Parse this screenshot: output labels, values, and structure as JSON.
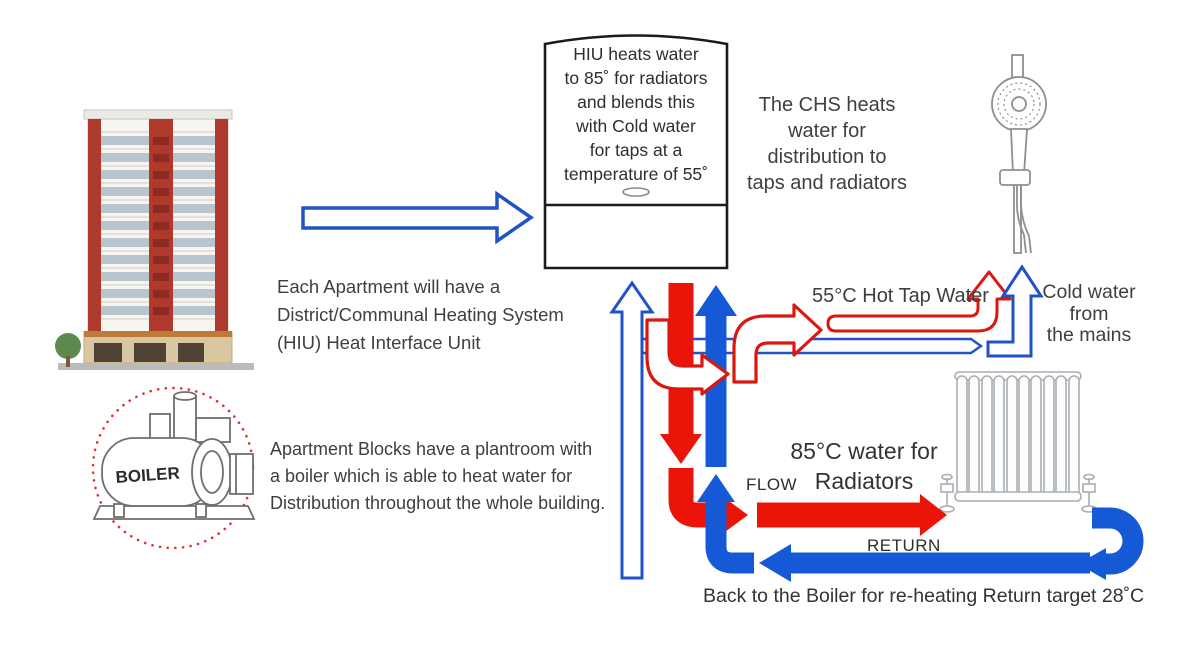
{
  "diagram": {
    "hiu_box_text": "HIU heats water\nto 85˚ for radiators\nand blends this\nwith Cold water\nfor taps at a\ntemperature of 55˚",
    "chs_note": "The CHS heats\nwater for\ndistribution to\ntaps and radiators",
    "apartment_note": "Each Apartment will have a\nDistrict/Communal Heating System\n(HIU) Heat Interface Unit",
    "plantroom_note": "Apartment Blocks have a plantroom with\na boiler which is able to heat water for\nDistribution throughout the whole building.",
    "hot_tap_label": "55°C Hot Tap Water",
    "cold_mains_label": "Cold water\nfrom\nthe mains",
    "radiator_temp_label": "85°C water for\nRadiators",
    "flow_label": "FLOW",
    "return_label": "RETURN",
    "return_target_note": "Back to the Boiler for re-heating Return target 28˚C",
    "boiler_label": "BOILER"
  },
  "colors": {
    "hot_red": "#ea1408",
    "cold_blue": "#1659d6",
    "outline_blue": "#2153c6",
    "outline_red": "#dc1710",
    "boiler_circle": "#e03131",
    "text": "#3f3f3f"
  }
}
